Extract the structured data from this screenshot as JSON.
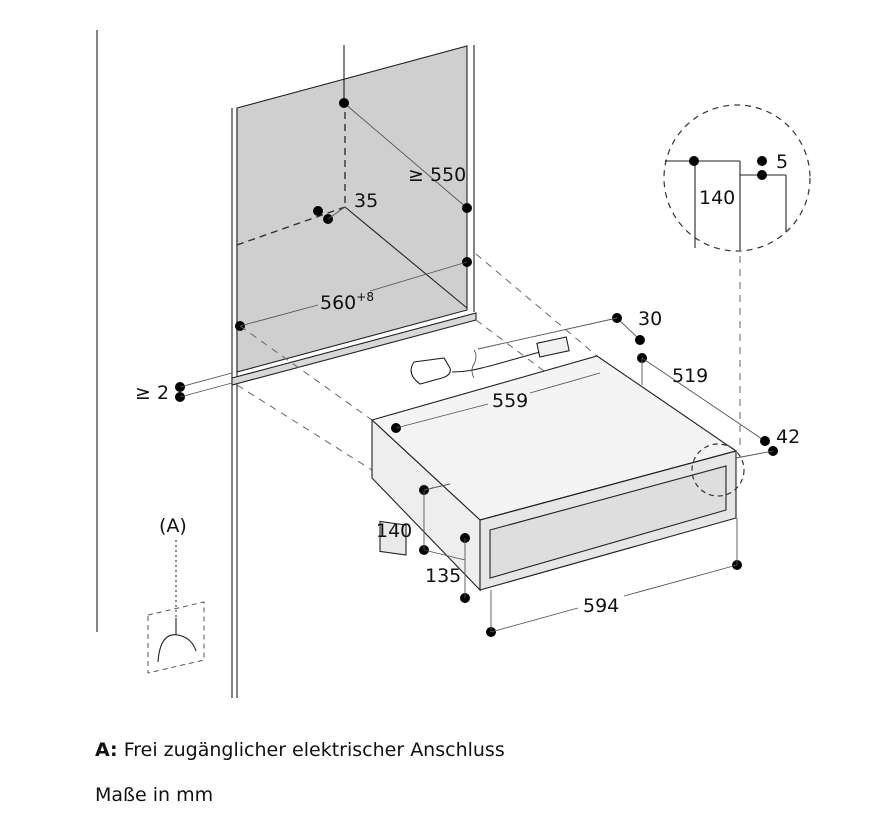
{
  "dimensions": {
    "depth_niche": "≥ 550",
    "depth_35": "35",
    "width_niche": "560",
    "width_niche_tolerance": "+8",
    "gap_2": "≥ 2",
    "depth_30": "30",
    "depth_519": "519",
    "width_559": "559",
    "height_140": "140",
    "height_135": "135",
    "width_594": "594",
    "offset_42": "42",
    "detail_5": "5",
    "detail_140": "140"
  },
  "connection_marker": "(A)",
  "legend": {
    "key": "A:",
    "text": "Frei zugänglicher elektrischer Anschluss",
    "units": "Maße in mm"
  }
}
